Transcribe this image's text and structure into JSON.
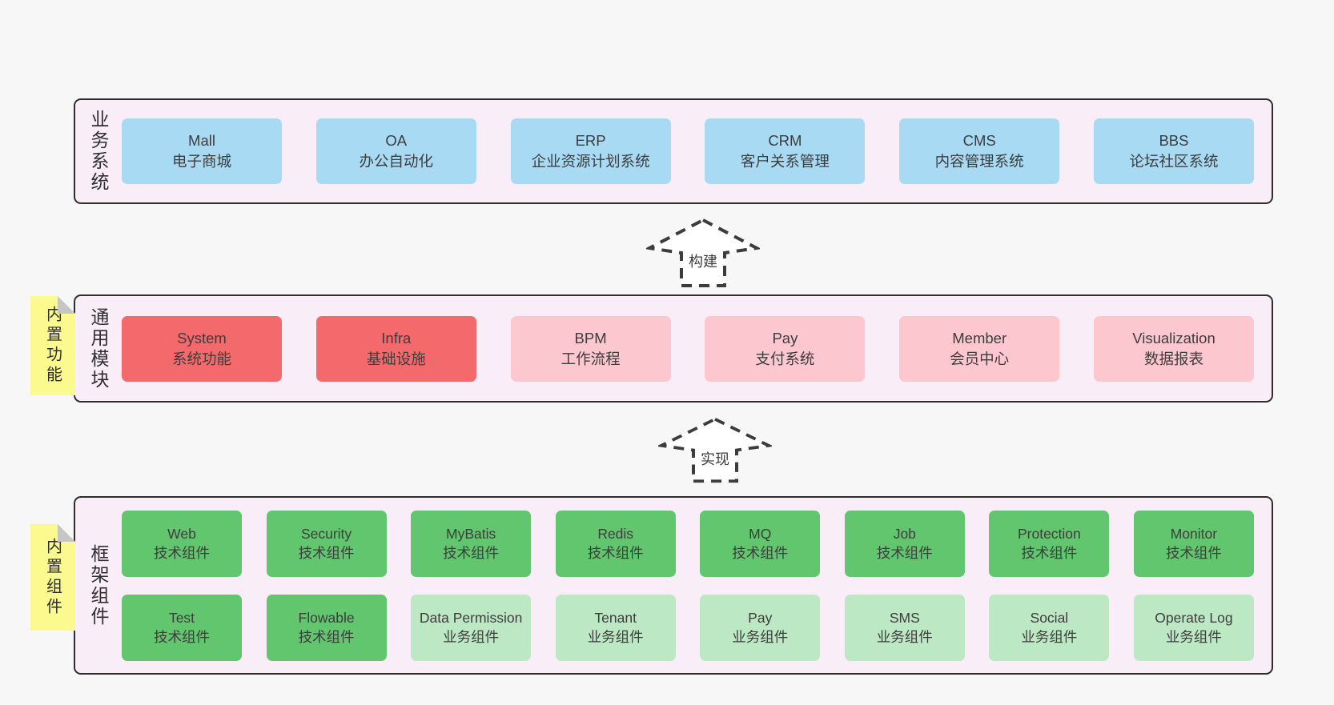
{
  "colors": {
    "blue": "#a8daf4",
    "red": "#f4696b",
    "pink": "#fcc7cf",
    "green": "#61c66d",
    "green_light": "#bce8c3",
    "container_bg": "#f9edf8",
    "sticky_yellow": "#fbfa8e"
  },
  "arrows": [
    {
      "label": "构建"
    },
    {
      "label": "实现"
    }
  ],
  "sections": [
    {
      "id": "business-systems",
      "label": "业务系统",
      "sticky": "",
      "box_rows": [
        [
          {
            "title": "Mall",
            "subtitle": "电子商城",
            "color": "blue"
          },
          {
            "title": "OA",
            "subtitle": "办公自动化",
            "color": "blue"
          },
          {
            "title": "ERP",
            "subtitle": "企业资源计划系统",
            "color": "blue"
          },
          {
            "title": "CRM",
            "subtitle": "客户关系管理",
            "color": "blue"
          },
          {
            "title": "CMS",
            "subtitle": "内容管理系统",
            "color": "blue"
          },
          {
            "title": "BBS",
            "subtitle": "论坛社区系统",
            "color": "blue"
          }
        ]
      ]
    },
    {
      "id": "common-modules",
      "label": "通用模块",
      "sticky": "内置功能",
      "box_rows": [
        [
          {
            "title": "System",
            "subtitle": "系统功能",
            "color": "red"
          },
          {
            "title": "Infra",
            "subtitle": "基础设施",
            "color": "red"
          },
          {
            "title": "BPM",
            "subtitle": "工作流程",
            "color": "pink"
          },
          {
            "title": "Pay",
            "subtitle": "支付系统",
            "color": "pink"
          },
          {
            "title": "Member",
            "subtitle": "会员中心",
            "color": "pink"
          },
          {
            "title": "Visualization",
            "subtitle": "数据报表",
            "color": "pink"
          }
        ]
      ]
    },
    {
      "id": "framework-components",
      "label": "框架组件",
      "sticky": "内置组件",
      "box_rows": [
        [
          {
            "title": "Web",
            "subtitle": "技术组件",
            "color": "green"
          },
          {
            "title": "Security",
            "subtitle": "技术组件",
            "color": "green"
          },
          {
            "title": "MyBatis",
            "subtitle": "技术组件",
            "color": "green"
          },
          {
            "title": "Redis",
            "subtitle": "技术组件",
            "color": "green"
          },
          {
            "title": "MQ",
            "subtitle": "技术组件",
            "color": "green"
          },
          {
            "title": "Job",
            "subtitle": "技术组件",
            "color": "green"
          },
          {
            "title": "Protection",
            "subtitle": "技术组件",
            "color": "green"
          },
          {
            "title": "Monitor",
            "subtitle": "技术组件",
            "color": "green"
          }
        ],
        [
          {
            "title": "Test",
            "subtitle": "技术组件",
            "color": "green"
          },
          {
            "title": "Flowable",
            "subtitle": "技术组件",
            "color": "green"
          },
          {
            "title": "Data Permission",
            "subtitle": "业务组件",
            "color": "green_light"
          },
          {
            "title": "Tenant",
            "subtitle": "业务组件",
            "color": "green_light"
          },
          {
            "title": "Pay",
            "subtitle": "业务组件",
            "color": "green_light"
          },
          {
            "title": "SMS",
            "subtitle": "业务组件",
            "color": "green_light"
          },
          {
            "title": "Social",
            "subtitle": "业务组件",
            "color": "green_light"
          },
          {
            "title": "Operate Log",
            "subtitle": "业务组件",
            "color": "green_light"
          }
        ]
      ]
    }
  ]
}
